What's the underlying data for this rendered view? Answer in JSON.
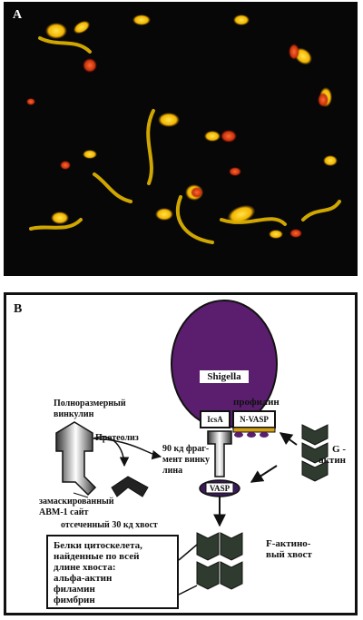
{
  "panel_a": {
    "label": "A"
  },
  "panel_b": {
    "label": "B",
    "shigella": "Shigella",
    "profilin": "профилин",
    "icsa": "IcsA",
    "nvasp": "N-VASP",
    "vasp": "VASP",
    "g_actin": "G -\nактин",
    "full_vinculin": "Полноразмерный\nвинкулин",
    "proteolysis": "Протеолиз",
    "fragment_90": "90 кд фраг-\nмент винку\nлина",
    "masked_site": "замаскированный\nАВМ-1 сайт",
    "cleaved_tail": "отсеченный 30 кд хвост",
    "cytoskeleton_title": "Белки цитоскелета,\nнайденные по всей\nдлине хвоста:",
    "cytoskeleton_items": [
      "альфа-актин",
      "филамин",
      "фимбрин"
    ],
    "f_actin_tail": "F-актино-\nвый хвост"
  },
  "colors": {
    "shigella": "#5b1e6e",
    "nvasp_bar": "#d4a017",
    "cell_yellow": "#f2c200",
    "cell_red": "#d8401a"
  }
}
